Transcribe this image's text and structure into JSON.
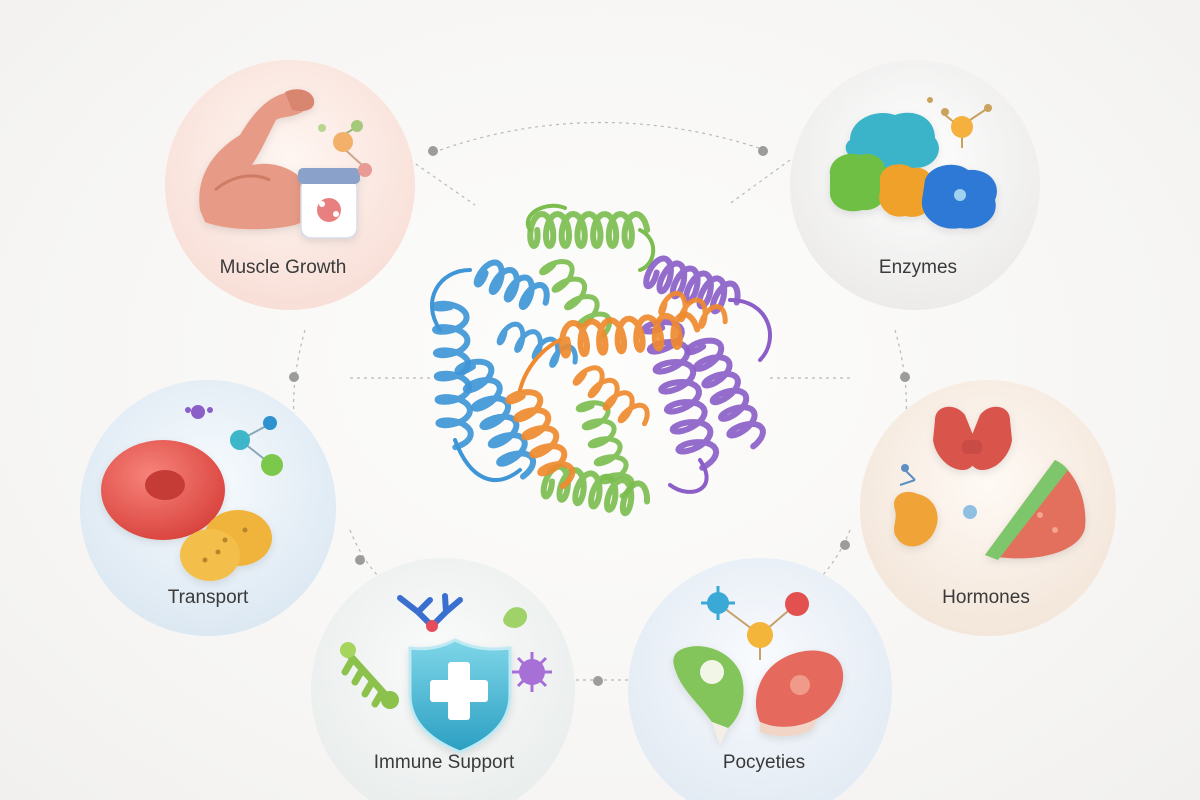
{
  "center": {
    "name": "protein-structure"
  },
  "nodes": [
    {
      "id": "muscle",
      "label": "Muscle Growth",
      "tint": "#fbe6e0"
    },
    {
      "id": "enzymes",
      "label": "Enzymes",
      "tint": "#f1f1f0"
    },
    {
      "id": "transport",
      "label": "Transport",
      "tint": "#e3edf5"
    },
    {
      "id": "hormones",
      "label": "Hormones",
      "tint": "#f6ece3"
    },
    {
      "id": "immune",
      "label": "Immune Support",
      "tint": "#eef1f0"
    },
    {
      "id": "poc",
      "label": "Pocyeties",
      "tint": "#e8eef5"
    }
  ],
  "colors": {
    "helix_blue": "#3f96d6",
    "helix_green": "#7cbd4f",
    "helix_purple": "#8b5fc7",
    "helix_orange": "#ef8a2f",
    "connector": "#9a9a9a"
  }
}
